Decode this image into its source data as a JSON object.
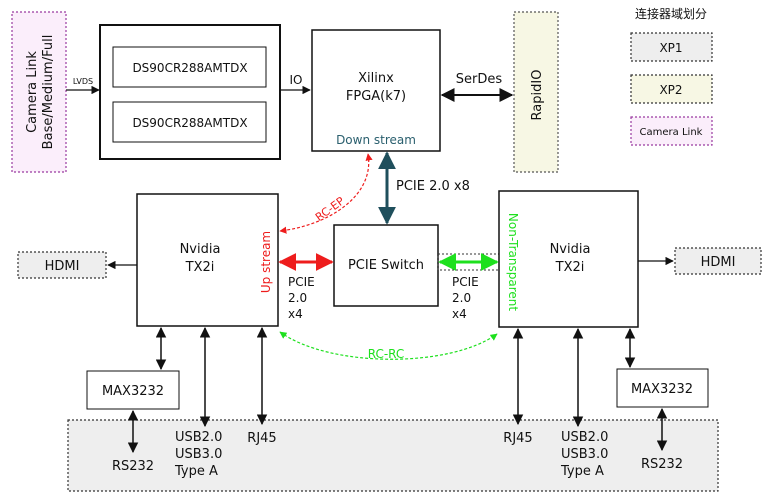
{
  "legend": {
    "title": "连接器域划分",
    "items": [
      {
        "label": "XP1",
        "fill": "#eeeeee",
        "border": "#333333"
      },
      {
        "label": "XP2",
        "fill": "#f7f7e4",
        "border": "#333333"
      },
      {
        "label": "Camera Link",
        "fill": "#fbeefb",
        "border": "#9a3aa0"
      }
    ]
  },
  "blocks": {
    "camera_link_line1": "Camera Link",
    "camera_link_line2": "Base/Medium/Full",
    "lvds": "LVDS",
    "ds_chip_1": "DS90CR288AMTDX",
    "ds_chip_2": "DS90CR288AMTDX",
    "io": "IO",
    "fpga_line1": "Xilinx",
    "fpga_line2": "FPGA(k7)",
    "down_stream": "Down stream",
    "serdes": "SerDes",
    "rapidio": "RapidIO",
    "pcie_x8": "PCIE 2.0 x8",
    "rc_ep": "RC-EP",
    "pcie_switch": "PCIE Switch",
    "tx2_left_line1": "Nvidia",
    "tx2_left_line2": "TX2i",
    "up_stream": "Up stream",
    "tx2_right_line1": "Nvidia",
    "tx2_right_line2": "TX2i",
    "non_transparent": "Non-Transparent",
    "pcie_left_1": "PCIE",
    "pcie_left_2": "2.0",
    "pcie_left_3": "x4",
    "pcie_right_1": "PCIE",
    "pcie_right_2": "2.0",
    "pcie_right_3": "x4",
    "rc_rc": "RC-RC",
    "hdmi_left": "HDMI",
    "hdmi_right": "HDMI",
    "max_left": "MAX3232",
    "max_right": "MAX3232",
    "rs232_left": "RS232",
    "rs232_right": "RS232",
    "usb_left_1": "USB2.0",
    "usb_left_2": "USB3.0",
    "usb_left_3": "Type A",
    "usb_right_1": "USB2.0",
    "usb_right_2": "USB3.0",
    "usb_right_3": "Type A",
    "rj45_left": "RJ45",
    "rj45_right": "RJ45"
  },
  "colors": {
    "red_link": "#ee1c1c",
    "green_link": "#1ee01e",
    "teal_link": "#1f4f5c",
    "teal_text": "#2a5f6e"
  }
}
